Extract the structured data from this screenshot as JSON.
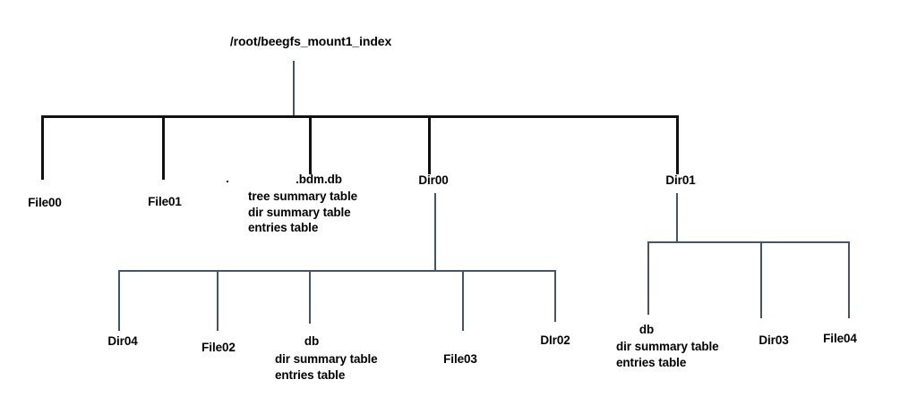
{
  "diagram": {
    "title": "BeeGFS mount index directory tree",
    "colors": {
      "root_stem": "#44546A",
      "level1_lines": "#111111",
      "subtree_lines": "#44546A",
      "text": "#000000",
      "background": "#FFFFFF"
    },
    "root": {
      "label": "/root/beegfs_mount1_index"
    },
    "level1": [
      {
        "label": "File00"
      },
      {
        "label": "File01"
      },
      {
        "label": "."
      },
      {
        "label": ".bdm.db",
        "details": [
          "tree summary table",
          "dir summary table",
          "entries table"
        ]
      },
      {
        "label": "Dir00"
      },
      {
        "label": "Dir01"
      }
    ],
    "dir00_children": [
      {
        "label": "Dir04"
      },
      {
        "label": "File02"
      },
      {
        "label": "db",
        "details": [
          "dir summary table",
          "entries table"
        ]
      },
      {
        "label": "File03"
      },
      {
        "label": "DIr02"
      }
    ],
    "dir01_children": [
      {
        "label": "db",
        "details": [
          "dir summary table",
          "entries table"
        ]
      },
      {
        "label": "Dir03"
      },
      {
        "label": "File04"
      }
    ]
  }
}
